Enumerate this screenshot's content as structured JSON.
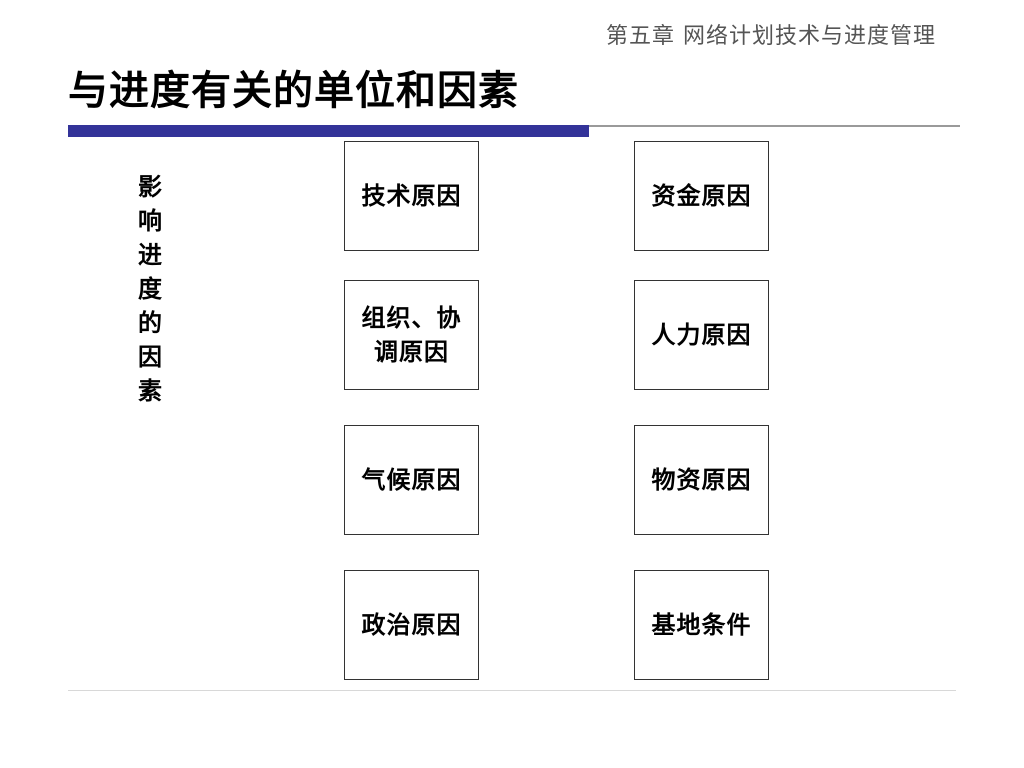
{
  "header": {
    "chapter": "第五章  网络计划技术与进度管理",
    "title": "与进度有关的单位和因素"
  },
  "colors": {
    "accent_bar": "#333399",
    "rule": "#9a9a9a",
    "box_border": "#333333"
  },
  "side_label": "影响进度的因素",
  "factors": {
    "left": [
      "技术原因",
      "组织、协调原因",
      "气候原因",
      "政治原因"
    ],
    "right": [
      "资金原因",
      "人力原因",
      "物资原因",
      "基地条件"
    ]
  }
}
